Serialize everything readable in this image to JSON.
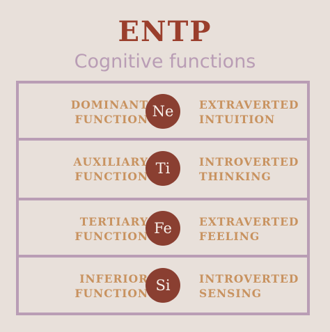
{
  "header": {
    "title": "ENTP",
    "subtitle": "Cognitive functions"
  },
  "functions": [
    {
      "role_line1": "DOMINANT",
      "role_line2": "FUNCTION",
      "code": "Ne",
      "desc_line1": "EXTRAVERTED",
      "desc_line2": "INTUITION"
    },
    {
      "role_line1": "AUXILIARY",
      "role_line2": "FUNCTION",
      "code": "Ti",
      "desc_line1": "INTROVERTED",
      "desc_line2": "THINKING"
    },
    {
      "role_line1": "TERTIARY",
      "role_line2": "FUNCTION",
      "code": "Fe",
      "desc_line1": "EXTRAVERTED",
      "desc_line2": "FEELING"
    },
    {
      "role_line1": "INFERIOR",
      "role_line2": "FUNCTION",
      "code": "Si",
      "desc_line1": "INTROVERTED",
      "desc_line2": "SENSING"
    }
  ],
  "colors": {
    "background": "#e8e0da",
    "title": "#9a3e2c",
    "subtitle": "#b99db5",
    "frame": "#b99db5",
    "label_text": "#c8925f",
    "badge": "#8a3f31",
    "badge_text": "#f7efe9"
  }
}
